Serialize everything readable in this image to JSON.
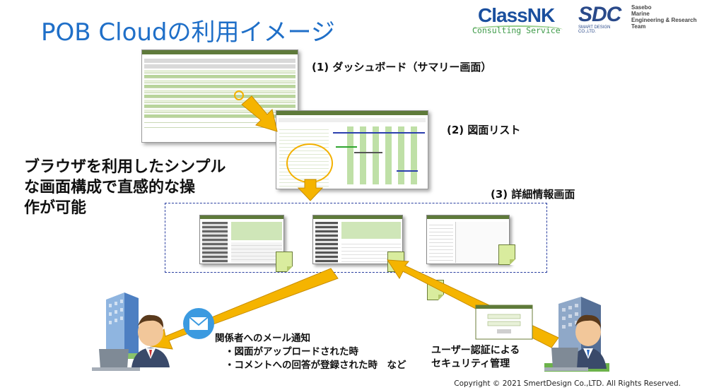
{
  "title": "POB Cloudの利用イメージ",
  "logos": {
    "classnk_main": "ClassNK",
    "classnk_sub": "Consulting Service",
    "sdc_main": "SDC",
    "sdc_sub": "SMART DESIGN CO.,LTD.",
    "sasebo_lines": [
      "Sasebo",
      "Marine",
      "Engineering & Research",
      "Team"
    ]
  },
  "screens": {
    "dashboard_label": "(1) ダッシュボード（サマリー画面）",
    "drawing_list_label": "(2) 図面リスト",
    "detail_label": "(3) 詳細情報画面"
  },
  "main_message": [
    "ブラウザを利用したシンプル",
    "な画面構成で直感的な操",
    "作が可能"
  ],
  "notification": {
    "heading": "関係者へのメール通知",
    "items": [
      "・図面がアップロードされた時",
      "・コメントへの回答が登録された時　など"
    ]
  },
  "security": [
    "ユーザー認証による",
    "セキュリティ管理"
  ],
  "copyright": "Copyright © 2021 SmertDesign Co.,LTD. All Rights Reserved.",
  "colors": {
    "title_blue": "#1f6fc8",
    "arrow_yellow": "#f5b400",
    "app_green": "#5e7a3a",
    "dashed_border": "#2a3fa0"
  }
}
